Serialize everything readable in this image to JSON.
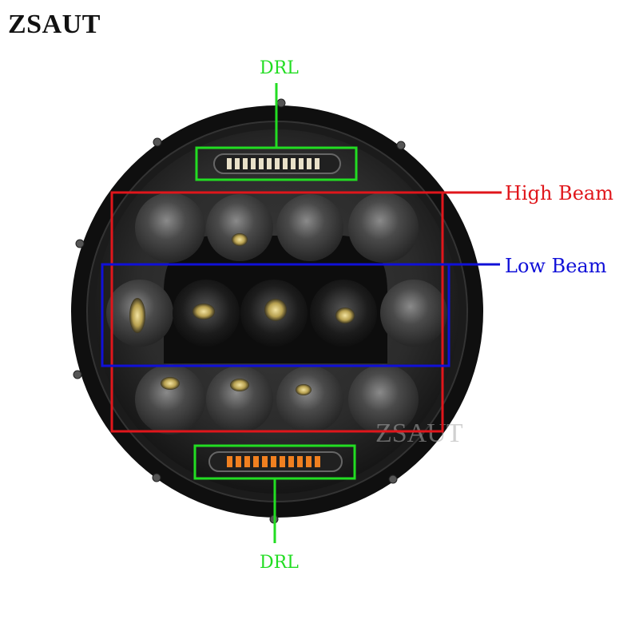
{
  "brand": {
    "logo_text": "ZSAUT"
  },
  "watermark": "ZSAUT",
  "labels": {
    "drl_top": "DRL",
    "drl_bottom": "DRL",
    "high_beam": "High Beam",
    "low_beam": "Low Beam"
  },
  "colors": {
    "drl": "#22dd22",
    "high_beam": "#e0161b",
    "low_beam": "#1010d8",
    "housing": "#121212",
    "lens": "#2a2a2a"
  }
}
